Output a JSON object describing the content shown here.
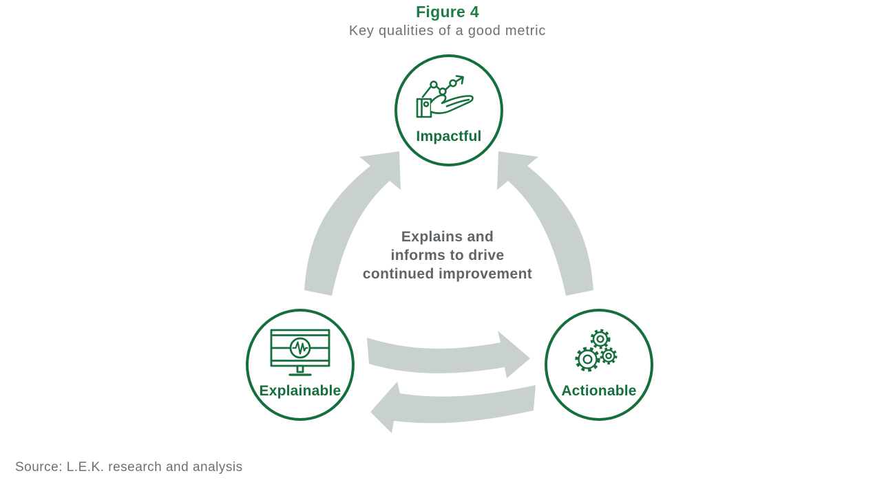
{
  "figure": {
    "title": "Figure 4",
    "subtitle": "Key qualities of a good metric"
  },
  "nodes": [
    {
      "label": "Impactful",
      "icon": "hand-growth-chart-icon"
    },
    {
      "label": "Explainable",
      "icon": "monitor-pulse-icon"
    },
    {
      "label": "Actionable",
      "icon": "gears-icon"
    }
  ],
  "center_text": {
    "lines": [
      "Explains and",
      "informs to drive",
      "continued improvement"
    ]
  },
  "arrows": [
    {
      "name": "explainable-to-impactful",
      "direction": "up-right"
    },
    {
      "name": "actionable-to-impactful",
      "direction": "up-left"
    },
    {
      "name": "explainable-to-actionable",
      "direction": "right"
    },
    {
      "name": "actionable-to-explainable",
      "direction": "left"
    }
  ],
  "source": "Source: L.E.K. research and analysis",
  "colors": {
    "green": "#156f3d",
    "title_green": "#1e7c46",
    "subtitle_gray": "#6d7175",
    "center_gray": "#5f6468",
    "source_gray": "#6b7076",
    "arrow_gray": "#c9d0d0"
  }
}
